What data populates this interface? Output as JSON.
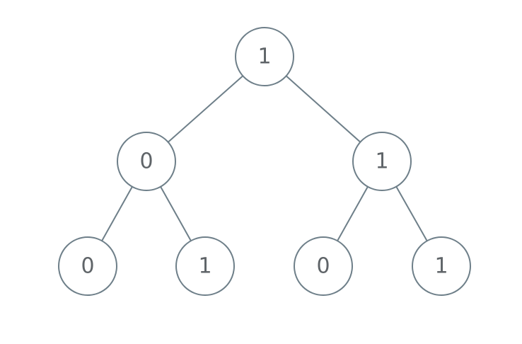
{
  "tree": {
    "nodes": [
      {
        "id": "root",
        "value": "1"
      },
      {
        "id": "left",
        "value": "0"
      },
      {
        "id": "right",
        "value": "1"
      },
      {
        "id": "left-left",
        "value": "0"
      },
      {
        "id": "left-right",
        "value": "1"
      },
      {
        "id": "right-left",
        "value": "0"
      },
      {
        "id": "right-right",
        "value": "1"
      }
    ],
    "edges": [
      [
        "root",
        "left"
      ],
      [
        "root",
        "right"
      ],
      [
        "left",
        "left-left"
      ],
      [
        "left",
        "left-right"
      ],
      [
        "right",
        "right-left"
      ],
      [
        "right",
        "right-right"
      ]
    ],
    "colors": {
      "stroke": "#6e7f89",
      "label": "#5f6468",
      "node_fill": "#ffffff"
    }
  }
}
